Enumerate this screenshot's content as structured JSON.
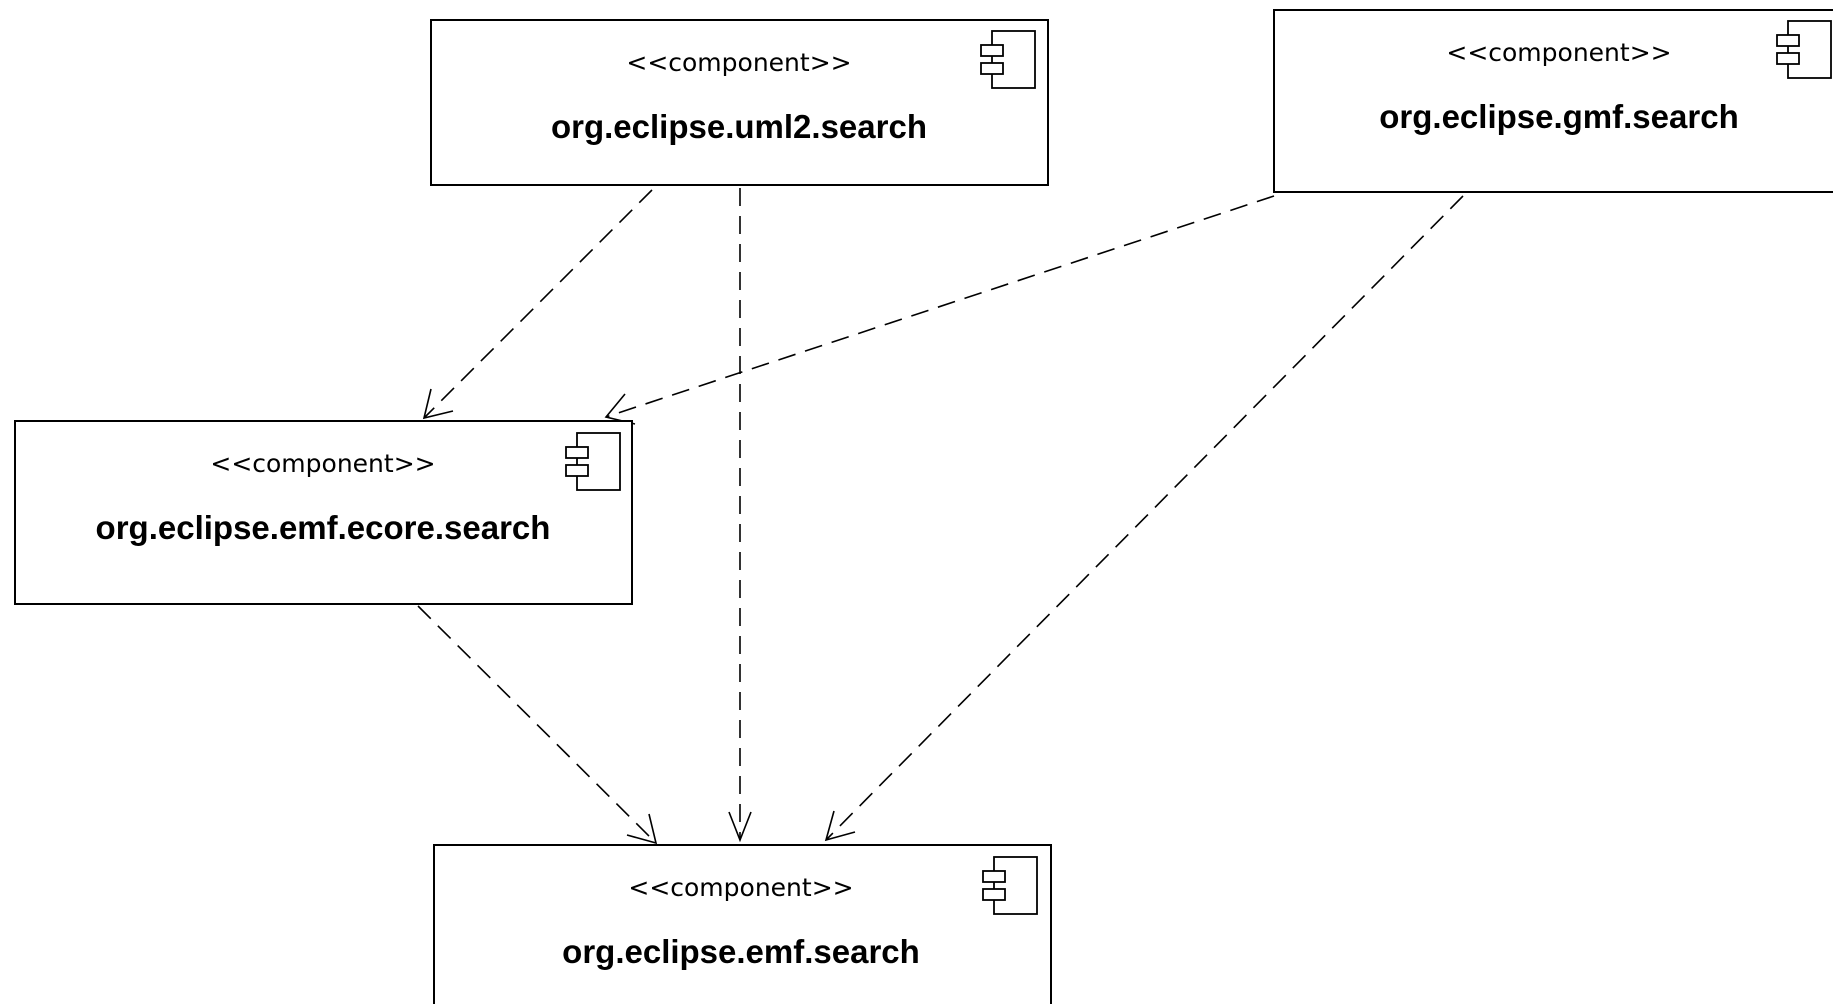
{
  "diagram": {
    "components": [
      {
        "id": "uml2",
        "stereotype": "<<component>>",
        "name": "org.eclipse.uml2.search"
      },
      {
        "id": "gmf",
        "stereotype": "<<component>>",
        "name": "org.eclipse.gmf.search"
      },
      {
        "id": "ecore",
        "stereotype": "<<component>>",
        "name": "org.eclipse.emf.ecore.search"
      },
      {
        "id": "emf",
        "stereotype": "<<component>>",
        "name": "org.eclipse.emf.search"
      }
    ],
    "dependencies": [
      {
        "from": "uml2",
        "to": "ecore"
      },
      {
        "from": "uml2",
        "to": "emf"
      },
      {
        "from": "gmf",
        "to": "ecore"
      },
      {
        "from": "gmf",
        "to": "emf"
      },
      {
        "from": "ecore",
        "to": "emf"
      }
    ],
    "icon": "component-icon"
  }
}
